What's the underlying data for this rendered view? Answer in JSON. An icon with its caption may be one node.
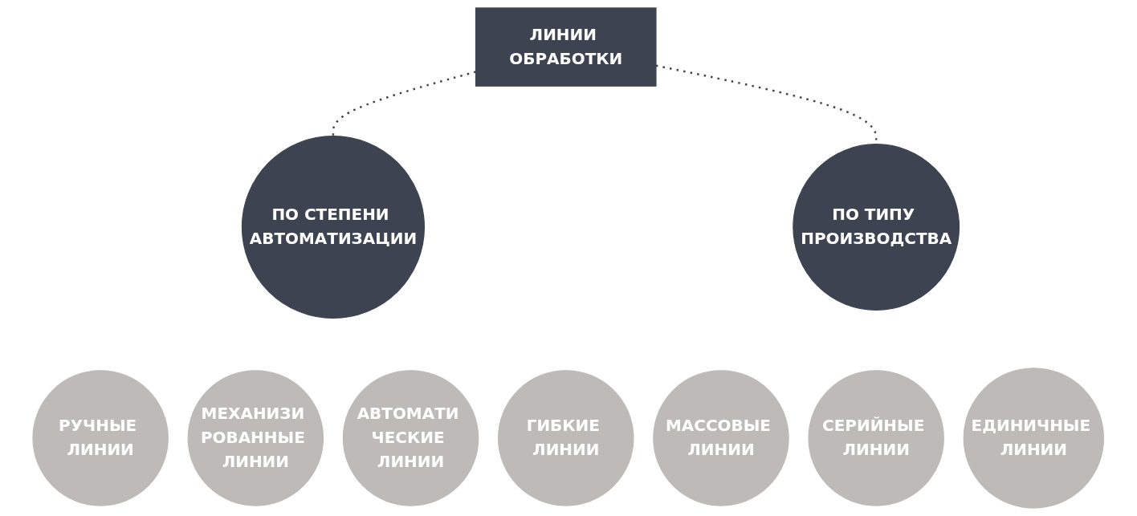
{
  "diagram": {
    "nodes": [
      {
        "text": [
          "ЛИНИИ ОБРАБОТКИ"
        ]
      },
      {
        "text": [
          "ПО СТЕПЕНИ АВТОМАТИЗАЦИИ"
        ]
      },
      {
        "text": [
          "ПО ТИПУ ПРОИЗВОДСТВА"
        ]
      },
      {
        "text": [
          "РУЧНЫЕ ЛИНИИ"
        ]
      },
      {
        "text": [
          "МЕХАНИЗИ РОВАННЫЕ ЛИНИИ"
        ]
      },
      {
        "text": [
          "АВТОМАТИ ЧЕСКИЕ ЛИНИИ"
        ]
      },
      {
        "text": [
          "ГИБКИЕ ЛИНИИ"
        ]
      },
      {
        "text": [
          "МАССОВЫЕ ЛИНИИ"
        ]
      },
      {
        "text": [
          "СЕРИЙНЫЕ ЛИНИИ"
        ]
      },
      {
        "text": [
          "ЕДИНИЧНЫЕ ЛИНИИ"
        ]
      }
    ],
    "edges": [
      {
        "from": 0,
        "to": 1,
        "arrow": "none",
        "style": "dashed"
      },
      {
        "from": 0,
        "to": 2,
        "arrow": "none",
        "style": "dashed"
      }
    ]
  }
}
